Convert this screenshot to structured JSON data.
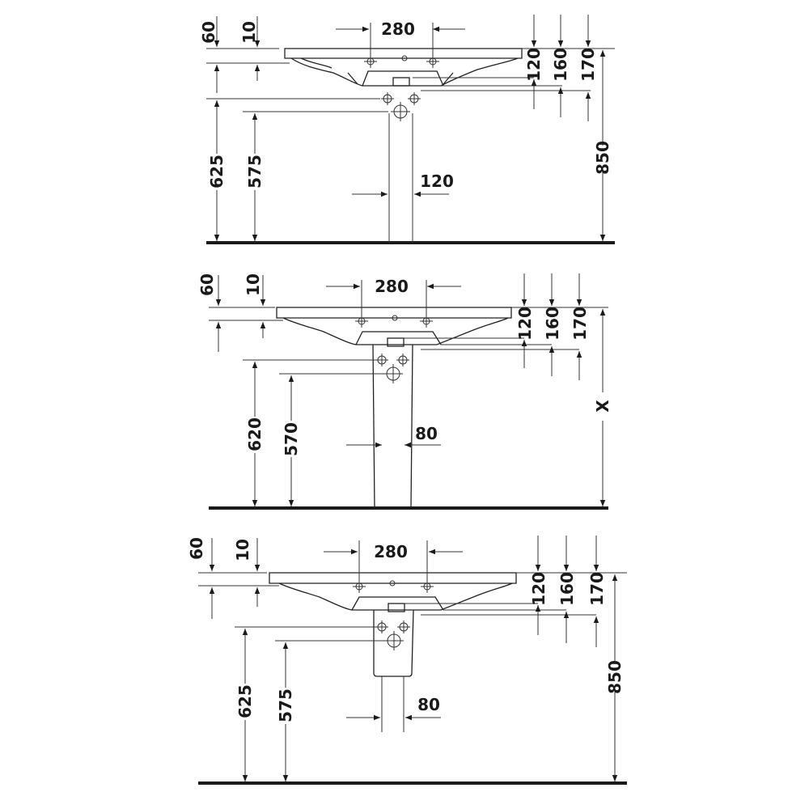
{
  "views": [
    {
      "labels": {
        "d60": "60",
        "d10": "10",
        "d280": "280",
        "d120": "120",
        "d160": "160",
        "d170": "170",
        "d850": "850",
        "d625": "625",
        "d575": "575",
        "dbottom": "120"
      }
    },
    {
      "labels": {
        "d60": "60",
        "d10": "10",
        "d280": "280",
        "d120": "120",
        "d160": "160",
        "d170": "170",
        "dx": "X",
        "d620": "620",
        "d570": "570",
        "dbottom": "80"
      }
    },
    {
      "labels": {
        "d60": "60",
        "d10": "10",
        "d280": "280",
        "d120": "120",
        "d160": "160",
        "d170": "170",
        "d850": "850",
        "d625": "625",
        "d575": "575",
        "dbottom": "80"
      }
    }
  ],
  "colors": {
    "line": "#222222",
    "background": "#ffffff"
  }
}
